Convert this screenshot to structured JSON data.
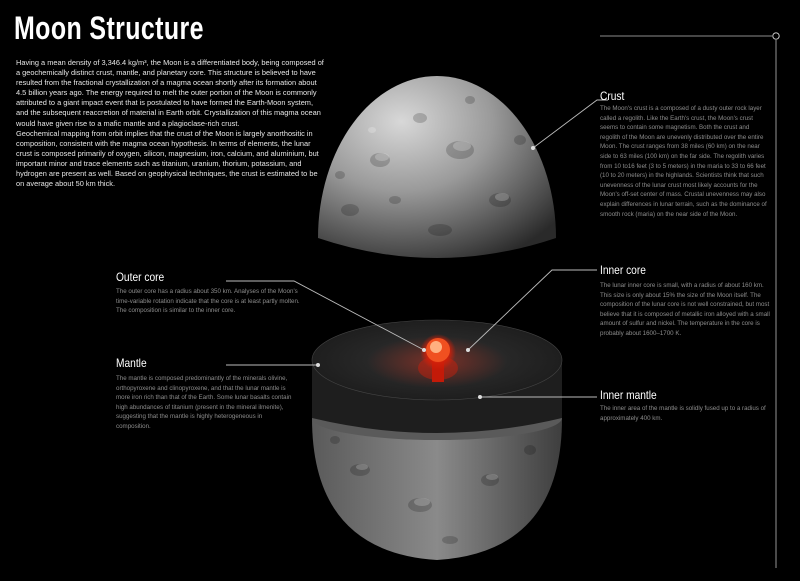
{
  "title": "Moon Structure",
  "intro": {
    "paragraph1": "Having a mean density of 3,346.4 kg/m³, the Moon is a differentiated body, being composed of a geochemically distinct crust, mantle, and planetary core. This structure is believed to have resulted from the fractional crystallization of a magma ocean shortly after its formation about 4.5 billion years ago. The energy required to melt the outer portion of the Moon is commonly attributed to a giant impact event that is postulated to have formed the Earth-Moon system, and the subsequent reaccretion of material in Earth orbit. Crystallization of this magma ocean would have given rise to a mafic mantle and a plagioclase-rich crust.",
    "paragraph2": "Geochemical mapping from orbit implies that the crust of the Moon is largely anorthositic in composition, consistent with the magma ocean hypothesis. In terms of elements, the lunar crust is composed primarily of oxygen, silicon, magnesium, iron, calcium, and aluminium, but important minor and trace elements such as titanium, uranium, thorium, potassium, and hydrogen are present as well. Based on geophysical techniques, the crust is estimated to be on average about 50 km thick."
  },
  "sections": {
    "crust": {
      "title": "Crust",
      "text": "The Moon's crust is a composed of a dusty outer rock layer called a regolith. Like the Earth's crust, the Moon's crust seems to contain some magnetism. Both the crust and regolith of the Moon are unevenly distributed over the entire Moon. The crust ranges from 38 miles (60 km) on the near side to 63 miles (100 km) on the far side. The regolith varies from 10 to16 feet (3 to 5 meters) in the maria to 33 to 66 feet (10 to 20 meters) in the highlands. Scientists think that such unevenness of the lunar crust most likely accounts for the Moon's off-set center of mass. Crustal unevenness may also explain differences in lunar terrain, such as the dominance of smooth rock (maria) on the near side of the Moon."
    },
    "outer_core": {
      "title": "Outer core",
      "text": "The outer core has a radius about 350 km. Analyses of the Moon's time-variable rotation indicate that the core is at least partly molten. The composition is similar to the inner core."
    },
    "inner_core": {
      "title": "Inner core",
      "text": "The lunar inner core is small, with a radius of about 160 km. This size is only about 15% the size of the Moon itself. The composition of the lunar core is not well constrained, but most believe that it is composed of metallic iron alloyed with a small amount of sulfur and nickel. The temperature in the core is probably about 1600–1700 K."
    },
    "mantle": {
      "title": "Mantle",
      "text": "The mantle is composed predominantly of the minerals olivine, orthopyroxene and clinopyroxene, and that the lunar mantle is more iron rich than that of the Earth. Some lunar basalts contain high abundances of titanium (present in the mineral ilmenite), suggesting that the mantle is highly heterogeneous in composition."
    },
    "inner_mantle": {
      "title": "Inner mantle",
      "text": "The inner area of the mantle is solidly fused up to a radius of approximately 400 km."
    }
  },
  "colors": {
    "background": "#000000",
    "moon_surface": "#8a8a8a",
    "mantle_dark": "#2a2a2a",
    "core_glow": "#ff3a1a"
  }
}
